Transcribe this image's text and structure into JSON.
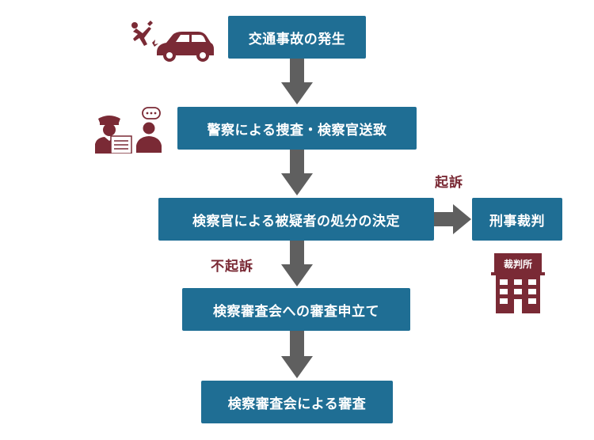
{
  "colors": {
    "box": "#1f6e94",
    "arrow": "#5f5f5f",
    "label": "#7a2a35",
    "icon": "#7a2a35"
  },
  "nodes": {
    "accident": "交通事故の発生",
    "investigation": "警察による捜査・検察官送致",
    "disposition": "検察官による被疑者の処分の決定",
    "trial": "刑事裁判",
    "application": "検察審査会への審査申立て",
    "review": "検察審査会による審査"
  },
  "labels": {
    "indictment": "起訴",
    "non_indictment": "不起訴"
  },
  "icons": {
    "accident": "car-accident-icon",
    "police": "police-officer-icon",
    "person": "person-speech-icon",
    "court": "courthouse-icon",
    "court_sign": "裁判所"
  }
}
